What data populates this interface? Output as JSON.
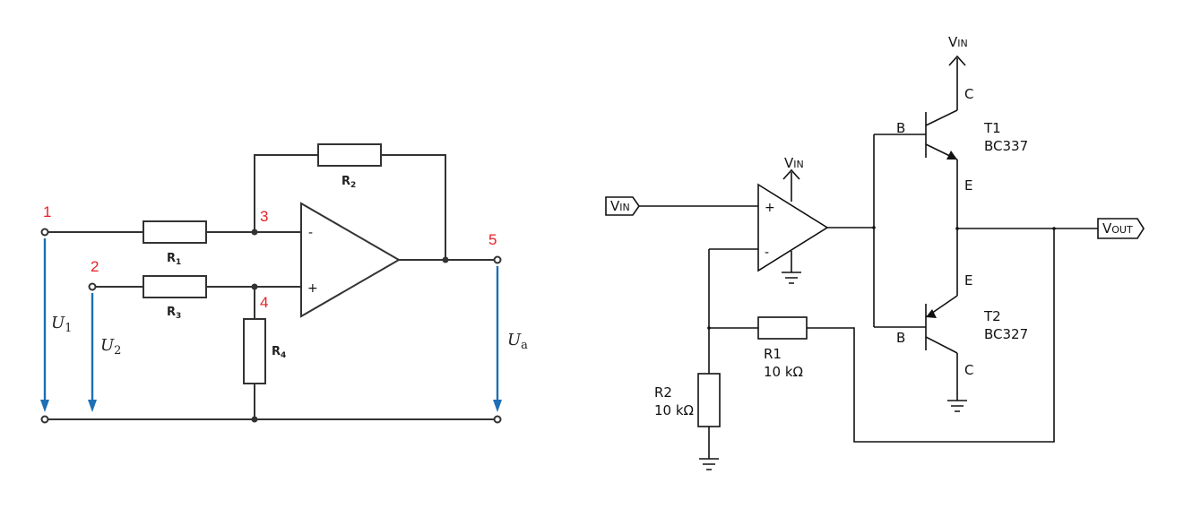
{
  "left_circuit": {
    "nodes": [
      "1",
      "2",
      "3",
      "4",
      "5"
    ],
    "resistors": {
      "r1": {
        "main": "R",
        "sub": "1"
      },
      "r2": {
        "main": "R",
        "sub": "2"
      },
      "r3": {
        "main": "R",
        "sub": "3"
      },
      "r4": {
        "main": "R",
        "sub": "4"
      }
    },
    "opamp": {
      "minus": "-",
      "plus": "+"
    },
    "voltages": {
      "u1": {
        "main": "U",
        "sub": "1"
      },
      "u2": {
        "main": "U",
        "sub": "2"
      },
      "ua": {
        "main": "U",
        "sub": "a"
      }
    },
    "colors": {
      "wire": "#333333",
      "node_number": "#e8202a",
      "voltage_arrow": "#1f6fb5"
    }
  },
  "right_circuit": {
    "vin_input": {
      "main": "V",
      "sub": "IN"
    },
    "vout_output": {
      "main": "V",
      "sub": "OUT"
    },
    "vin_top": {
      "main": "V",
      "sub": "IN"
    },
    "vin_opamp": {
      "main": "V",
      "sub": "IN"
    },
    "opamp": {
      "plus": "+",
      "minus": "-"
    },
    "t1": {
      "name": "T1",
      "part": "BC337",
      "b": "B",
      "c": "C",
      "e": "E"
    },
    "t2": {
      "name": "T2",
      "part": "BC327",
      "b": "B",
      "c": "C",
      "e": "E"
    },
    "r1": {
      "name": "R1",
      "value": "10 kΩ"
    },
    "r2": {
      "name": "R2",
      "value": "10 kΩ"
    }
  }
}
